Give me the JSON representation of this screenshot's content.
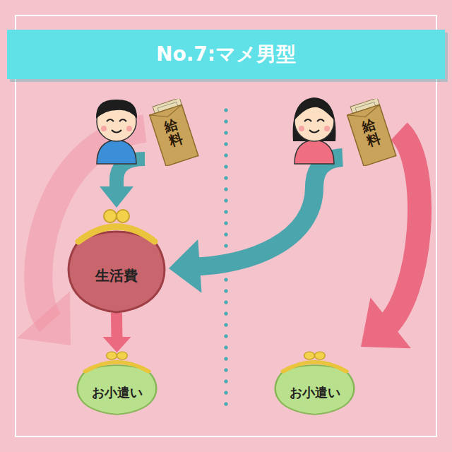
{
  "diagram": {
    "title": "No.7:マメ男型",
    "nodes": [
      {
        "text": [
          "給料"
        ]
      },
      {
        "text": [
          "給料"
        ]
      },
      {
        "text": [
          "生活費"
        ]
      },
      {
        "text": [
          "お小遣い"
        ]
      },
      {
        "text": [
          "お小遣い"
        ]
      }
    ],
    "edges": [
      {
        "from": 0,
        "to": 2,
        "arrow": "to"
      },
      {
        "from": 1,
        "to": 2,
        "arrow": "to"
      },
      {
        "from": 2,
        "to": 3,
        "arrow": "to"
      },
      {
        "from": 0,
        "to": 3,
        "arrow": "to"
      },
      {
        "from": 1,
        "to": 4,
        "arrow": "to"
      }
    ]
  }
}
